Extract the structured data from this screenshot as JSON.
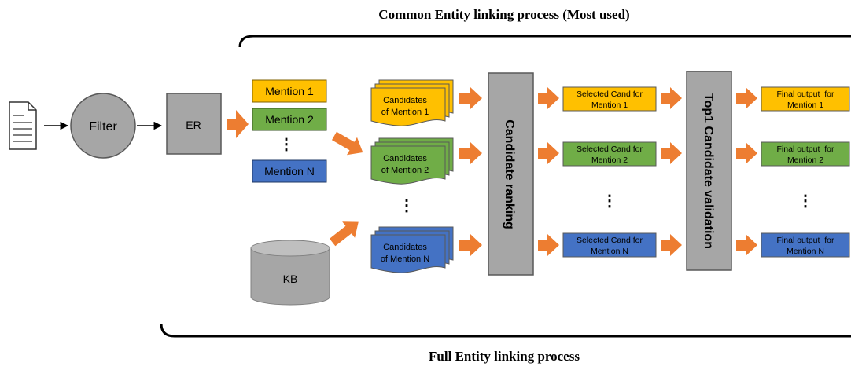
{
  "titles": {
    "top": "Common Entity linking process (Most used)",
    "bottom": "Full Entity linking process"
  },
  "nodes": {
    "filter": "Filter",
    "er": "ER",
    "kb": "KB",
    "candidate_ranking": "Candidate ranking",
    "top1_validation": "Top1 Candidate validation"
  },
  "mentions": [
    "Mention 1",
    "Mention 2",
    "Mention N"
  ],
  "candidates": [
    [
      "Candidates",
      "of Mention 1"
    ],
    [
      "Candidates",
      "of Mention 2"
    ],
    [
      "Candidates",
      "of Mention N"
    ]
  ],
  "selected": [
    [
      "Selected Cand for",
      "Mention 1"
    ],
    [
      "Selected Cand for",
      "Mention 2"
    ],
    [
      "Selected Cand for",
      "Mention N"
    ]
  ],
  "final": [
    [
      "Final output  for",
      "Mention 1"
    ],
    [
      "Final output  for",
      "Mention 2"
    ],
    [
      "Final output  for",
      "Mention N"
    ]
  ],
  "ellipsis": "⋮",
  "colors": {
    "yellow": "#FFC000",
    "green": "#70AD47",
    "blue": "#4472C4",
    "gray": "#A6A6A6",
    "arrow": "#ED7D31",
    "line": "#000000"
  }
}
